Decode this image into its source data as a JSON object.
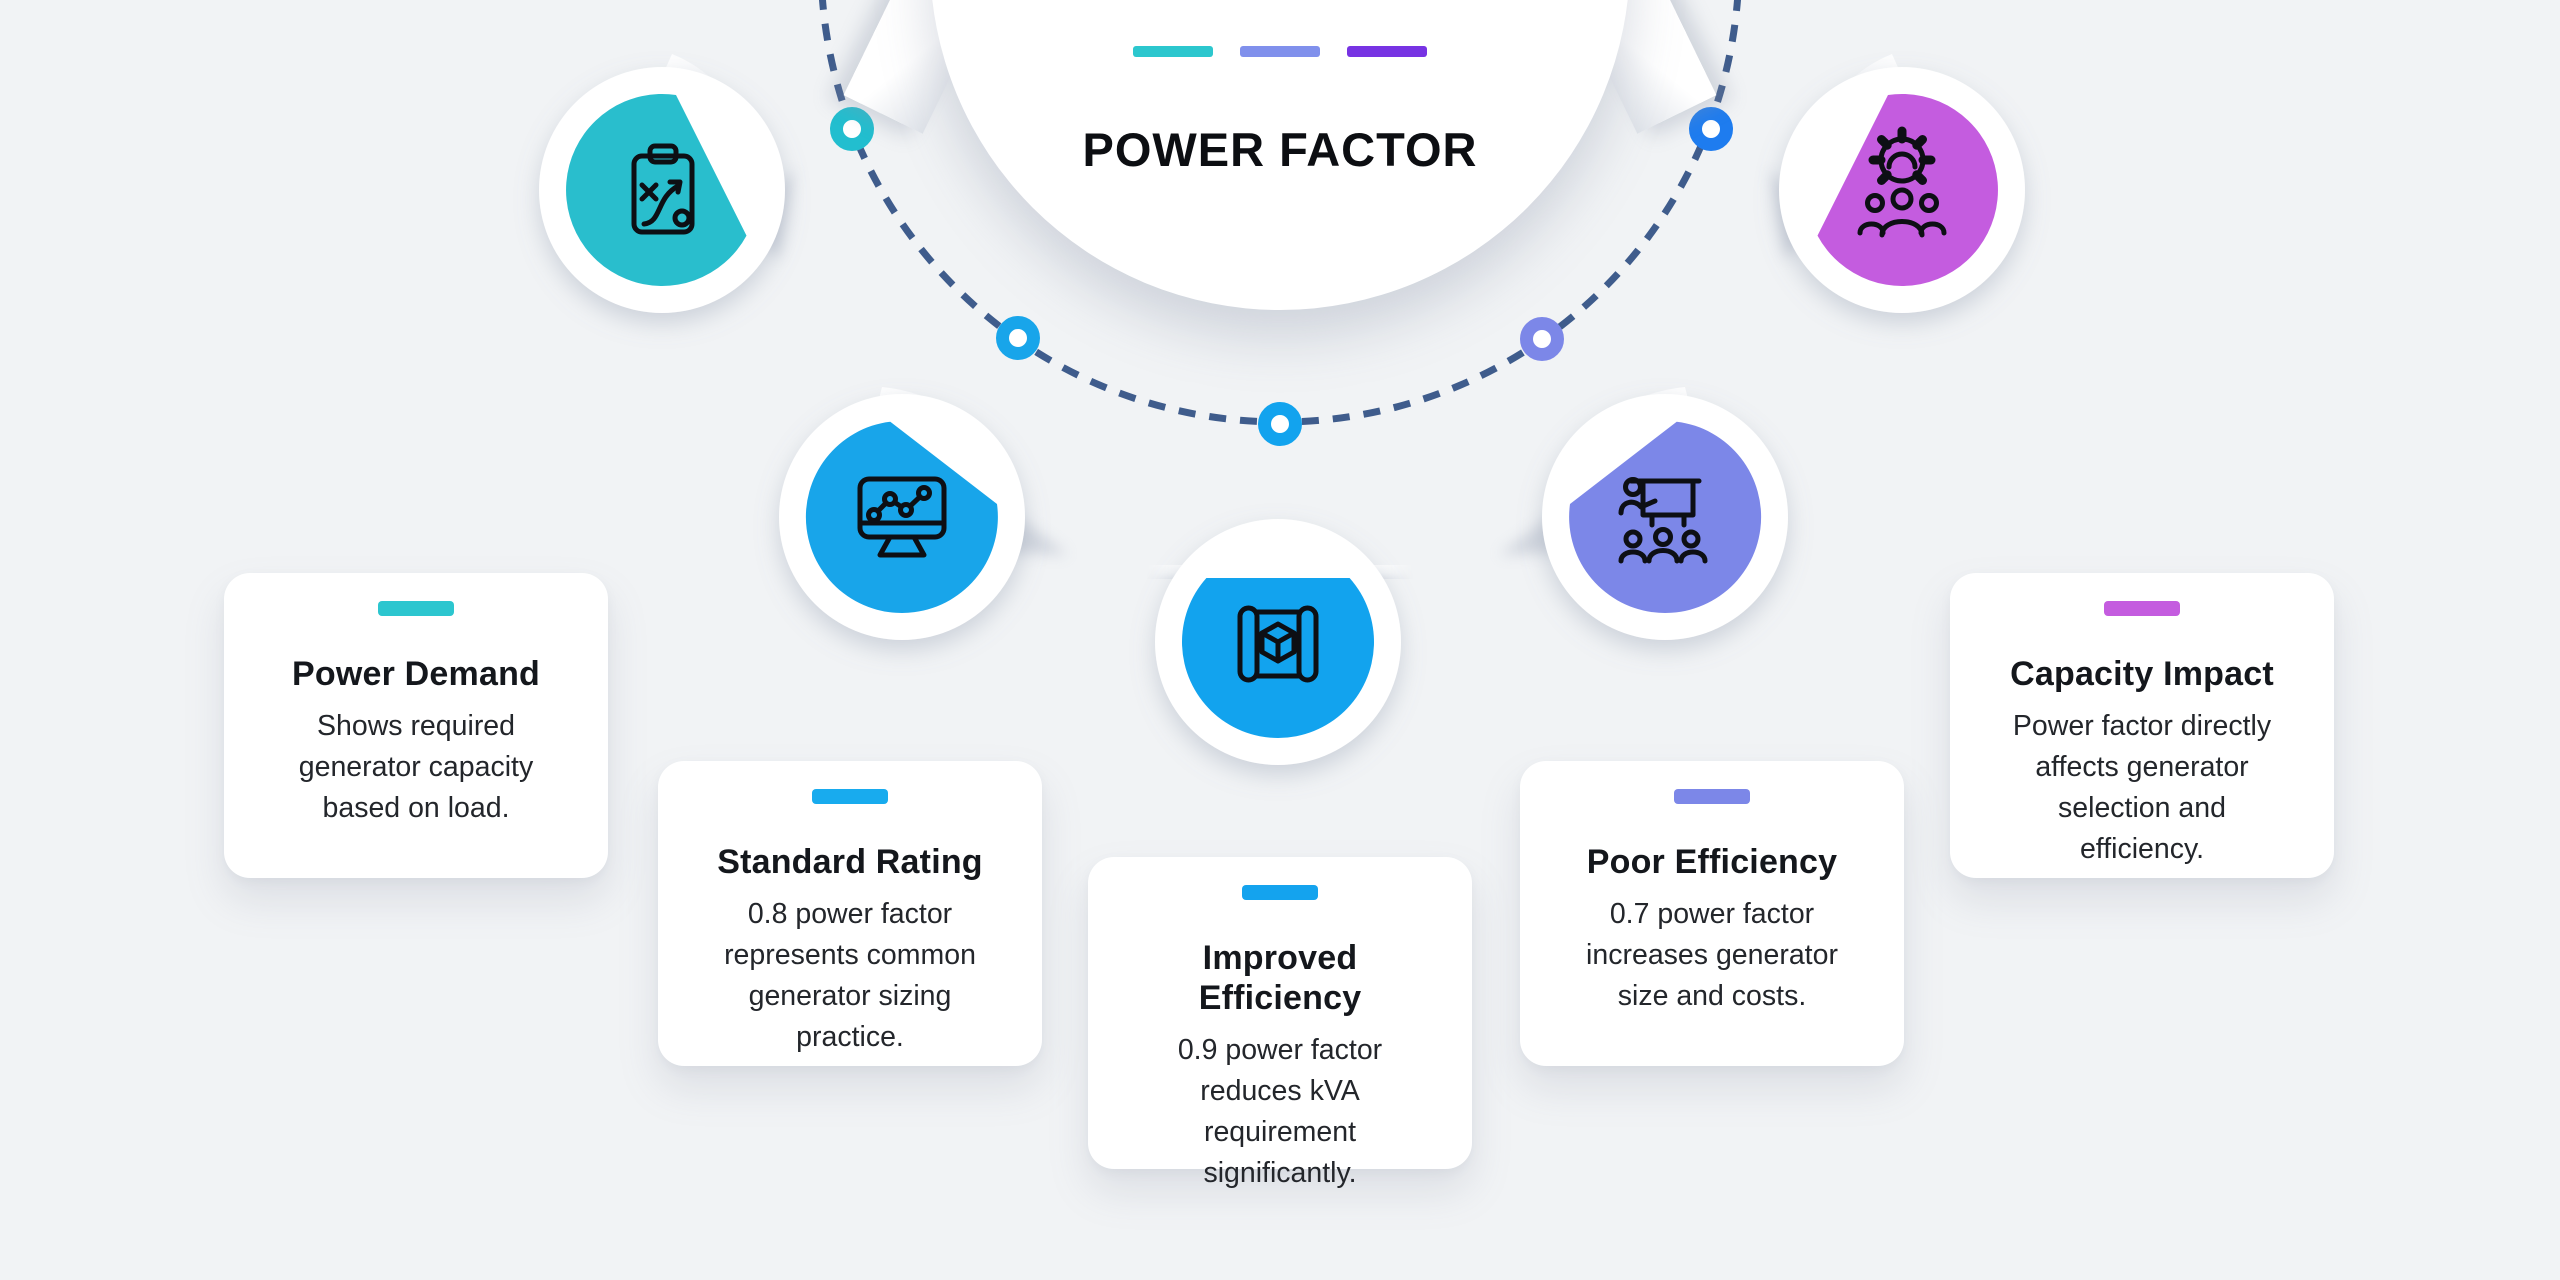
{
  "header": {
    "title": "POWER FACTOR",
    "dashes": [
      {
        "color": "#2cc7ce"
      },
      {
        "color": "#8090ec"
      },
      {
        "color": "#7733e3"
      }
    ]
  },
  "arc": {
    "line_color": "#3f5c8c",
    "nodes": [
      {
        "color": "#22becf"
      },
      {
        "color": "#18a5ea"
      },
      {
        "color": "#12a3ee"
      },
      {
        "color": "#7c87e8"
      },
      {
        "color": "#1e7cef"
      }
    ]
  },
  "badges": [
    {
      "id": "power-demand",
      "color": "#29becd",
      "icon": "strategy-plan-icon"
    },
    {
      "id": "standard-rating",
      "color": "#18a5ea",
      "icon": "analytics-monitor-icon"
    },
    {
      "id": "improved-efficiency",
      "color": "#12a3ee",
      "icon": "blueprint-model-icon"
    },
    {
      "id": "poor-efficiency",
      "color": "#7c87e8",
      "icon": "training-presentation-icon"
    },
    {
      "id": "capacity-impact",
      "color": "#c45cdf",
      "icon": "team-settings-icon"
    }
  ],
  "cards": [
    {
      "accent": "#2cc6cf",
      "title": "Power Demand",
      "description": "Shows required generator capacity based on load."
    },
    {
      "accent": "#18abee",
      "title": "Standard Rating",
      "description": "0.8 power factor represents common generator sizing practice."
    },
    {
      "accent": "#14a3ee",
      "title": "Improved Efficiency",
      "description": "0.9 power factor reduces kVA requirement significantly."
    },
    {
      "accent": "#7c87e8",
      "title": "Poor Efficiency",
      "description": "0.7 power factor increases generator size and costs."
    },
    {
      "accent": "#c45cdf",
      "title": "Capacity Impact",
      "description": "Power factor directly affects generator selection and efficiency."
    }
  ]
}
